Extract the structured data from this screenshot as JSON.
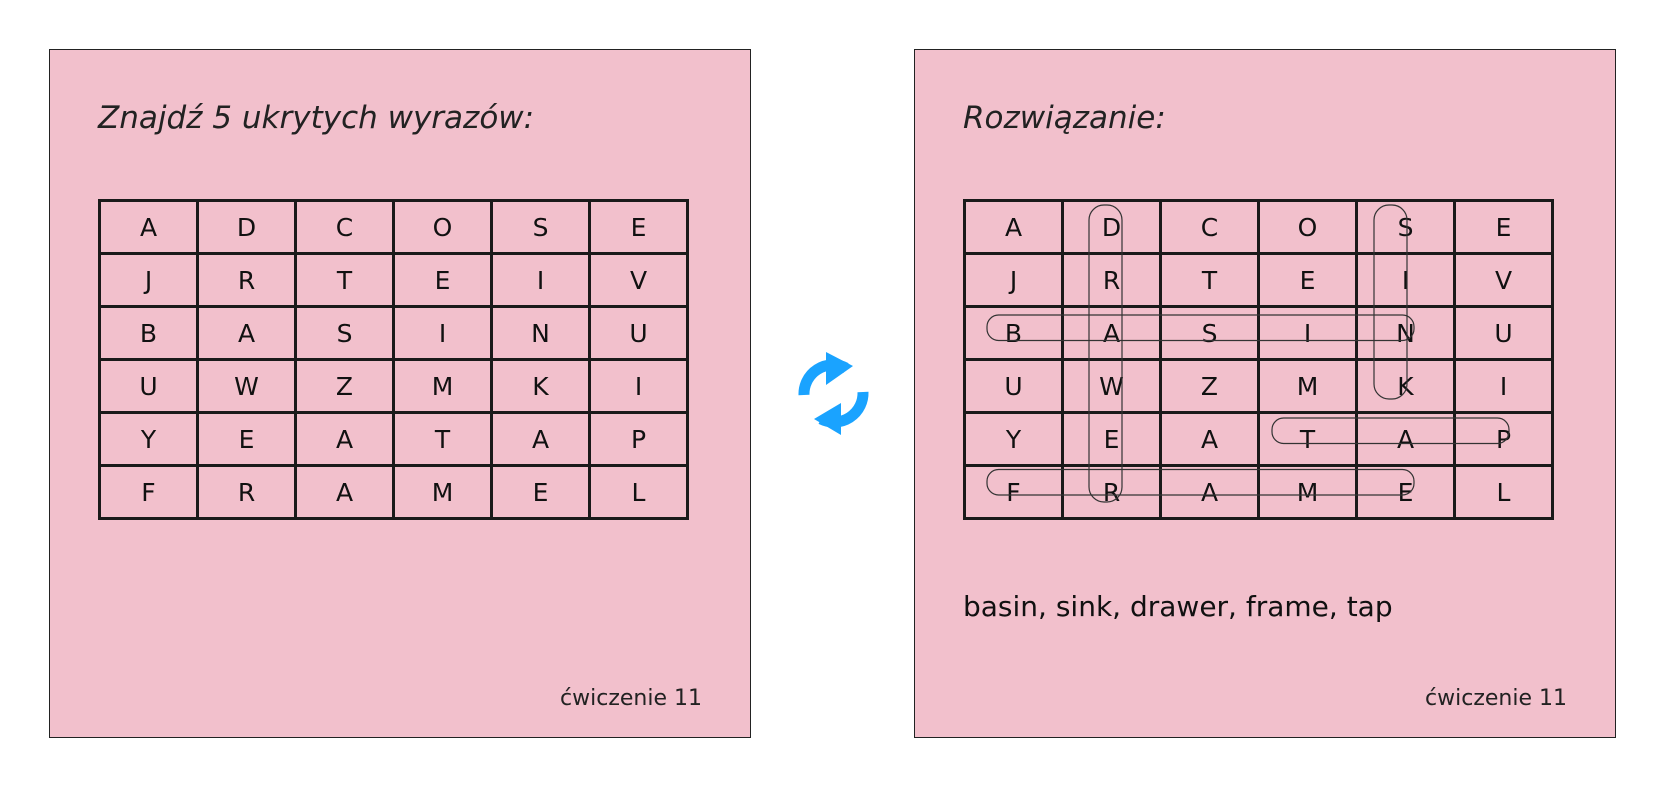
{
  "left_card": {
    "title": "Znajdź 5 ukrytych wyrazów:",
    "footer": "ćwiczenie 11"
  },
  "right_card": {
    "title": "Rozwiązanie:",
    "answers": "basin, sink, drawer, frame, tap",
    "footer": "ćwiczenie 11"
  },
  "grid": [
    [
      "A",
      "D",
      "C",
      "O",
      "S",
      "E"
    ],
    [
      "J",
      "R",
      "T",
      "E",
      "I",
      "V"
    ],
    [
      "B",
      "A",
      "S",
      "I",
      "N",
      "U"
    ],
    [
      "U",
      "W",
      "Z",
      "M",
      "K",
      "I"
    ],
    [
      "Y",
      "E",
      "A",
      "T",
      "A",
      "P"
    ],
    [
      "F",
      "R",
      "A",
      "M",
      "E",
      "L"
    ]
  ],
  "solution_words": [
    {
      "word": "basin",
      "start": [
        2,
        0
      ],
      "end": [
        2,
        4
      ]
    },
    {
      "word": "sink",
      "start": [
        0,
        4
      ],
      "end": [
        3,
        4
      ]
    },
    {
      "word": "drawer",
      "start": [
        0,
        1
      ],
      "end": [
        5,
        1
      ]
    },
    {
      "word": "frame",
      "start": [
        5,
        0
      ],
      "end": [
        5,
        4
      ]
    },
    {
      "word": "tap",
      "start": [
        4,
        3
      ],
      "end": [
        4,
        5
      ]
    }
  ],
  "icons": {
    "swap": "refresh-arrows-icon"
  },
  "colors": {
    "card_background": "#f2c0cc",
    "icon_color": "#1aa3ff",
    "grid_line": "#1a1a1a"
  }
}
